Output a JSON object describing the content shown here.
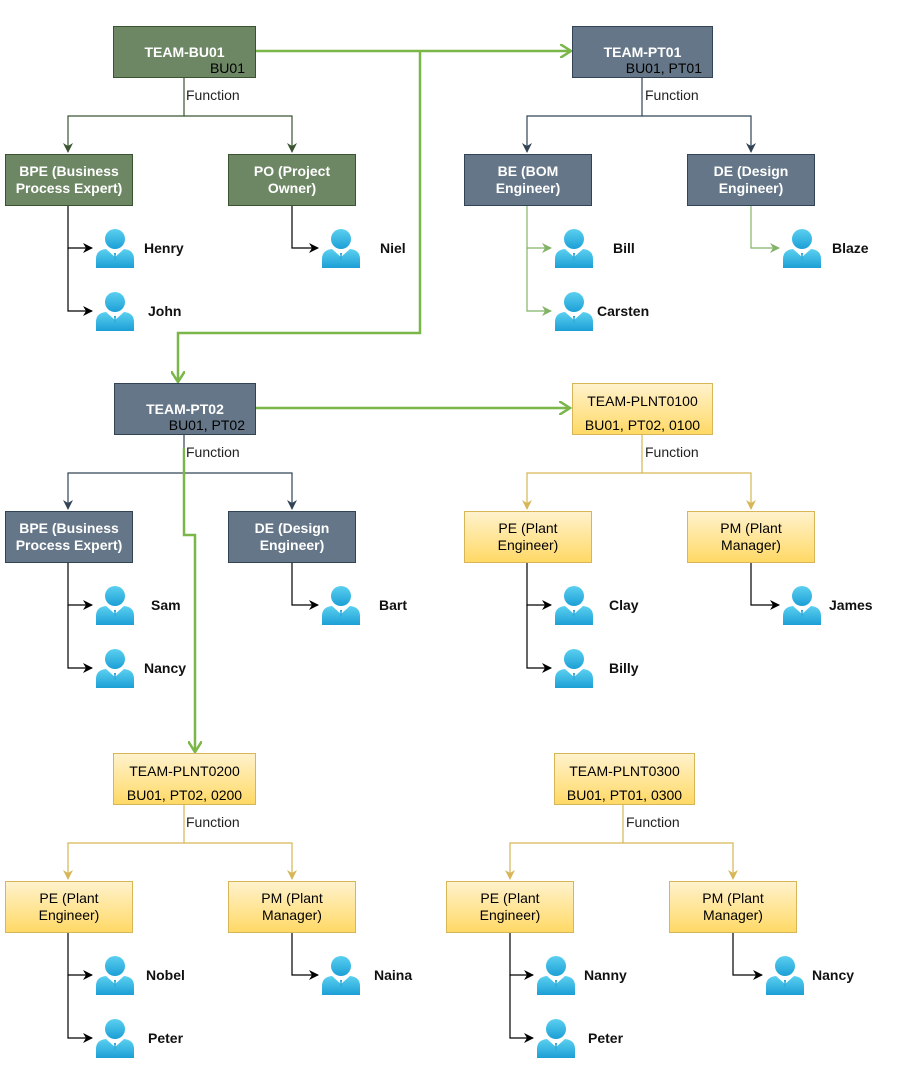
{
  "colors": {
    "green": "#6d8764",
    "slate": "#647687",
    "yellow": "#ffd966",
    "flow": "#7ab648"
  },
  "teams": {
    "bu01": {
      "title": "TEAM-BU01",
      "sub": "BU01"
    },
    "pt01": {
      "title": "TEAM-PT01",
      "sub": "BU01, PT01"
    },
    "pt02": {
      "title": "TEAM-PT02",
      "sub": "BU01, PT02"
    },
    "plnt0100": {
      "title": "TEAM-PLNT0100",
      "sub": "BU01, PT02, 0100"
    },
    "plnt0200": {
      "title": "TEAM-PLNT0200",
      "sub": "BU01, PT02, 0200"
    },
    "plnt0300": {
      "title": "TEAM-PLNT0300",
      "sub": "BU01, PT01, 0300"
    }
  },
  "function_label": "Function",
  "roles": {
    "bu01_bpe": "BPE (Business Process Expert)",
    "bu01_po": "PO (Project Owner)",
    "pt01_be": "BE (BOM Engineer)",
    "pt01_de": "DE (Design Engineer)",
    "pt02_bpe": "BPE (Business Process Expert)",
    "pt02_de": "DE (Design Engineer)",
    "p0100_pe": "PE (Plant Engineer)",
    "p0100_pm": "PM (Plant Manager)",
    "p0200_pe": "PE (Plant Engineer)",
    "p0200_pm": "PM (Plant Manager)",
    "p0300_pe": "PE (Plant Engineer)",
    "p0300_pm": "PM (Plant Manager)"
  },
  "people": {
    "henry": "Henry",
    "john": "John",
    "niel": "Niel",
    "bill": "Bill",
    "carsten": "Carsten",
    "blaze": "Blaze",
    "sam": "Sam",
    "nancy1": "Nancy",
    "bart": "Bart",
    "clay": "Clay",
    "billy": "Billy",
    "james": "James",
    "nobel": "Nobel",
    "peter1": "Peter",
    "naina": "Naina",
    "nanny": "Nanny",
    "peter2": "Peter",
    "nancy2": "Nancy"
  },
  "icons": {
    "person": "user-icon"
  }
}
